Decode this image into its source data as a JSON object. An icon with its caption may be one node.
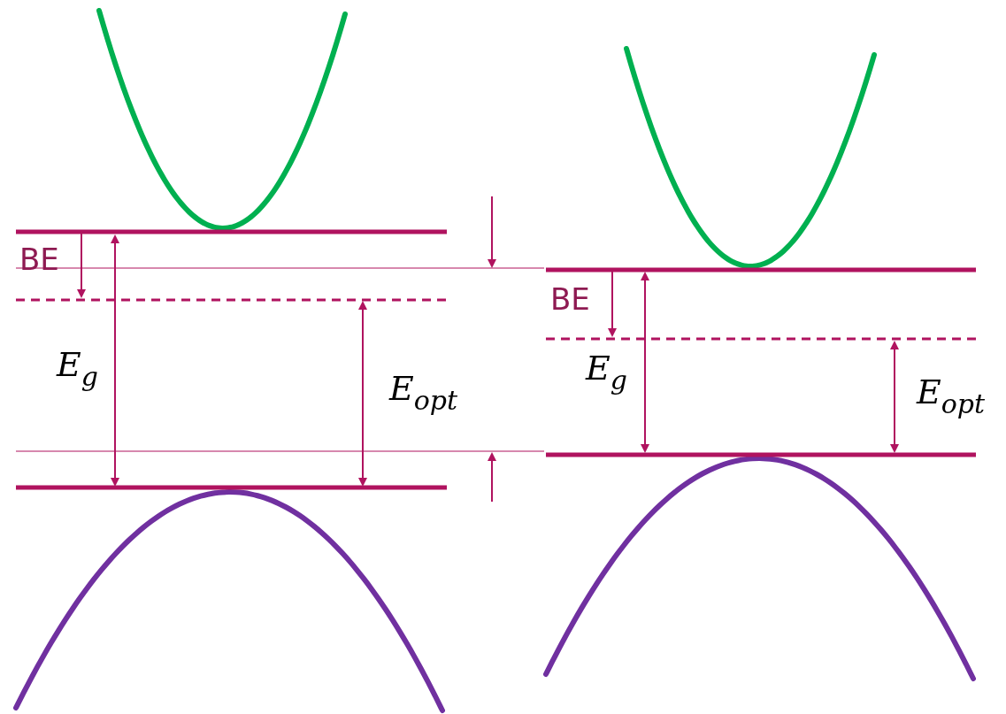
{
  "diagram": {
    "labels": [
      "BE",
      "E$_{g}$",
      "E$_{opt}$",
      "BE",
      "E$_{g}$",
      "E$_{opt}$"
    ]
  }
}
